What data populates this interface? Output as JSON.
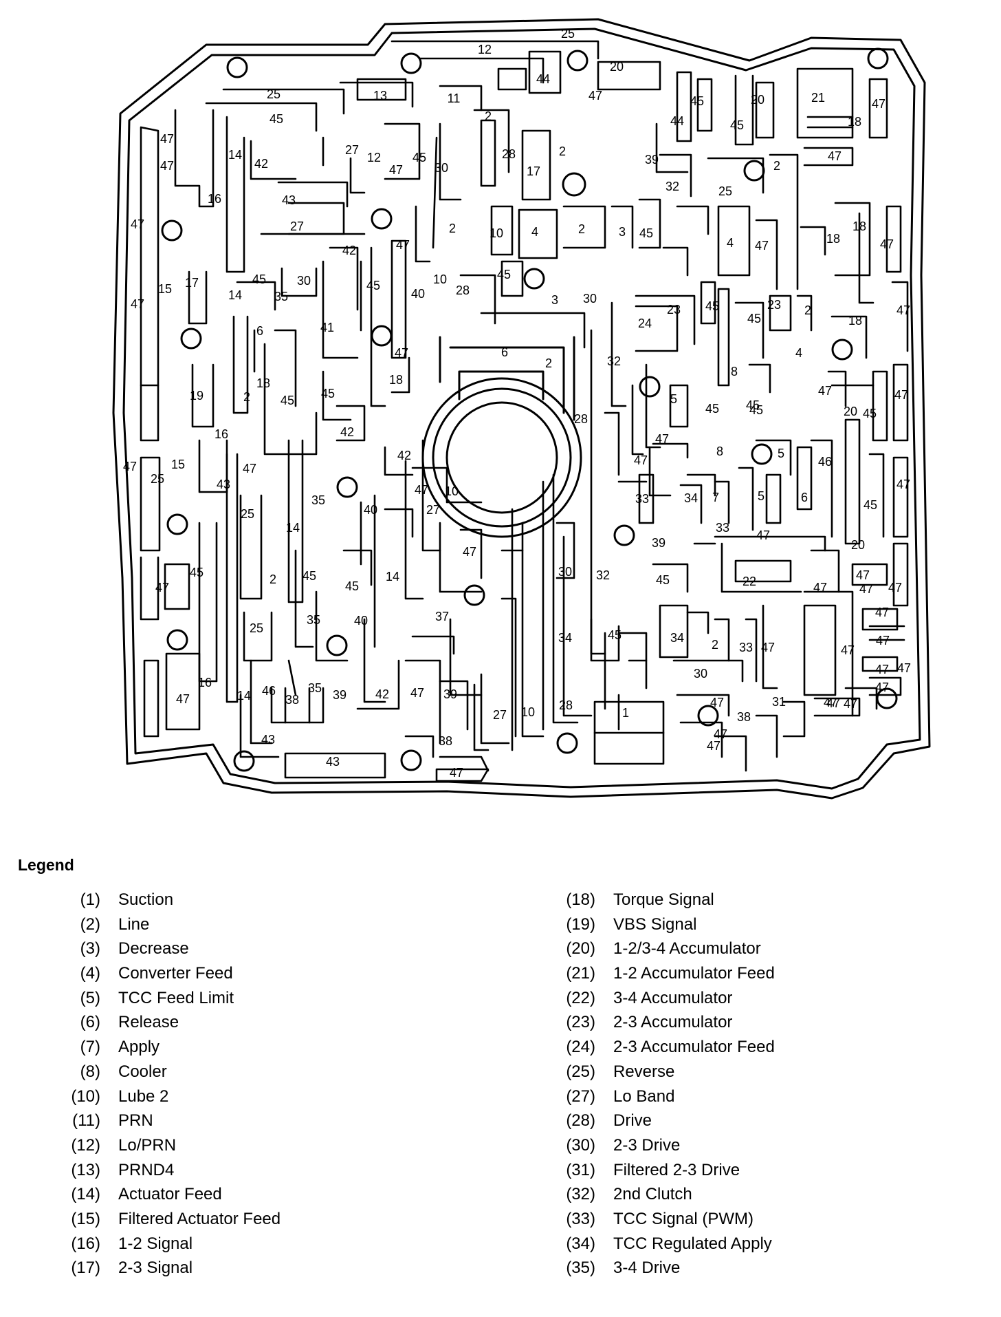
{
  "diagram": {
    "labels": [
      {
        "id": "l1",
        "text": "25"
      },
      {
        "id": "l2",
        "text": "12"
      },
      {
        "id": "l3",
        "text": "44"
      },
      {
        "id": "l4",
        "text": "20"
      },
      {
        "id": "l5",
        "text": "47"
      },
      {
        "id": "l6",
        "text": "45"
      },
      {
        "id": "l7",
        "text": "44"
      },
      {
        "id": "l8",
        "text": "20"
      },
      {
        "id": "l9",
        "text": "45"
      },
      {
        "id": "l10",
        "text": "21"
      },
      {
        "id": "l11",
        "text": "47"
      },
      {
        "id": "l12",
        "text": "18"
      },
      {
        "id": "l13",
        "text": "25"
      },
      {
        "id": "l14",
        "text": "13"
      },
      {
        "id": "l15",
        "text": "11"
      },
      {
        "id": "l16",
        "text": "45"
      },
      {
        "id": "l17",
        "text": "2"
      },
      {
        "id": "l18",
        "text": "47"
      },
      {
        "id": "l19",
        "text": "47"
      },
      {
        "id": "l20",
        "text": "14"
      },
      {
        "id": "l21",
        "text": "42"
      },
      {
        "id": "l22",
        "text": "27"
      },
      {
        "id": "l23",
        "text": "12"
      },
      {
        "id": "l24",
        "text": "45"
      },
      {
        "id": "l25",
        "text": "47"
      },
      {
        "id": "l26",
        "text": "30"
      },
      {
        "id": "l27",
        "text": "28"
      },
      {
        "id": "l28",
        "text": "17"
      },
      {
        "id": "l29",
        "text": "2"
      },
      {
        "id": "l30",
        "text": "39"
      },
      {
        "id": "l31",
        "text": "2"
      },
      {
        "id": "l32",
        "text": "47"
      },
      {
        "id": "l33",
        "text": "32"
      },
      {
        "id": "l34",
        "text": "25"
      },
      {
        "id": "l35",
        "text": "16"
      },
      {
        "id": "l36",
        "text": "43"
      },
      {
        "id": "l37",
        "text": "27"
      },
      {
        "id": "l38",
        "text": "47"
      },
      {
        "id": "l39",
        "text": "2"
      },
      {
        "id": "l40",
        "text": "10"
      },
      {
        "id": "l41",
        "text": "4"
      },
      {
        "id": "l42",
        "text": "2"
      },
      {
        "id": "l43",
        "text": "3"
      },
      {
        "id": "l44",
        "text": "45"
      },
      {
        "id": "l45",
        "text": "4"
      },
      {
        "id": "l46",
        "text": "47"
      },
      {
        "id": "l47",
        "text": "18"
      },
      {
        "id": "l48",
        "text": "18"
      },
      {
        "id": "l49",
        "text": "47"
      },
      {
        "id": "l50",
        "text": "42"
      },
      {
        "id": "l51",
        "text": "47"
      },
      {
        "id": "l52",
        "text": "15"
      },
      {
        "id": "l53",
        "text": "17"
      },
      {
        "id": "l54",
        "text": "14"
      },
      {
        "id": "l55",
        "text": "45"
      },
      {
        "id": "l56",
        "text": "35"
      },
      {
        "id": "l57",
        "text": "30"
      },
      {
        "id": "l58",
        "text": "45"
      },
      {
        "id": "l59",
        "text": "40"
      },
      {
        "id": "l60",
        "text": "10"
      },
      {
        "id": "l61",
        "text": "28"
      },
      {
        "id": "l62",
        "text": "45"
      },
      {
        "id": "l63",
        "text": "3"
      },
      {
        "id": "l64",
        "text": "30"
      },
      {
        "id": "l65",
        "text": "24"
      },
      {
        "id": "l66",
        "text": "23"
      },
      {
        "id": "l67",
        "text": "45"
      },
      {
        "id": "l68",
        "text": "45"
      },
      {
        "id": "l69",
        "text": "23"
      },
      {
        "id": "l70",
        "text": "2"
      },
      {
        "id": "l71",
        "text": "18"
      },
      {
        "id": "l72",
        "text": "47"
      },
      {
        "id": "l73",
        "text": "47"
      },
      {
        "id": "l74",
        "text": "6"
      },
      {
        "id": "l75",
        "text": "41"
      },
      {
        "id": "l76",
        "text": "47"
      },
      {
        "id": "l77",
        "text": "6"
      },
      {
        "id": "l78",
        "text": "2"
      },
      {
        "id": "l79",
        "text": "32"
      },
      {
        "id": "l80",
        "text": "4"
      },
      {
        "id": "l81",
        "text": "8"
      },
      {
        "id": "l82",
        "text": "47"
      },
      {
        "id": "l83",
        "text": "18"
      },
      {
        "id": "l84",
        "text": "45"
      },
      {
        "id": "l85",
        "text": "45"
      },
      {
        "id": "l86",
        "text": "18"
      },
      {
        "id": "l87",
        "text": "19"
      },
      {
        "id": "l88",
        "text": "2"
      },
      {
        "id": "l89",
        "text": "45"
      },
      {
        "id": "l90",
        "text": "5"
      },
      {
        "id": "l91",
        "text": "45"
      },
      {
        "id": "l92",
        "text": "45"
      },
      {
        "id": "l93",
        "text": "20"
      },
      {
        "id": "l94",
        "text": "45"
      },
      {
        "id": "l95",
        "text": "47"
      },
      {
        "id": "l96",
        "text": "16"
      },
      {
        "id": "l97",
        "text": "42"
      },
      {
        "id": "l98",
        "text": "28"
      },
      {
        "id": "l99",
        "text": "47"
      },
      {
        "id": "l100",
        "text": "8"
      },
      {
        "id": "l101",
        "text": "5"
      },
      {
        "id": "l102",
        "text": "46"
      },
      {
        "id": "l103",
        "text": "47"
      },
      {
        "id": "l104",
        "text": "15"
      },
      {
        "id": "l105",
        "text": "25"
      },
      {
        "id": "l106",
        "text": "43"
      },
      {
        "id": "l107",
        "text": "47"
      },
      {
        "id": "l108",
        "text": "42"
      },
      {
        "id": "l109",
        "text": "47"
      },
      {
        "id": "l110",
        "text": "10"
      },
      {
        "id": "l111",
        "text": "27"
      },
      {
        "id": "l112",
        "text": "47"
      },
      {
        "id": "l113",
        "text": "33"
      },
      {
        "id": "l114",
        "text": "34"
      },
      {
        "id": "l115",
        "text": "7"
      },
      {
        "id": "l116",
        "text": "5"
      },
      {
        "id": "l117",
        "text": "6"
      },
      {
        "id": "l118",
        "text": "45"
      },
      {
        "id": "l119",
        "text": "47"
      },
      {
        "id": "l120",
        "text": "35"
      },
      {
        "id": "l121",
        "text": "25"
      },
      {
        "id": "l122",
        "text": "40"
      },
      {
        "id": "l123",
        "text": "14"
      },
      {
        "id": "l124",
        "text": "33"
      },
      {
        "id": "l125",
        "text": "47"
      },
      {
        "id": "l126",
        "text": "39"
      },
      {
        "id": "l127",
        "text": "20"
      },
      {
        "id": "l128",
        "text": "47"
      },
      {
        "id": "l129",
        "text": "45"
      },
      {
        "id": "l130",
        "text": "2"
      },
      {
        "id": "l131",
        "text": "45"
      },
      {
        "id": "l132",
        "text": "45"
      },
      {
        "id": "l133",
        "text": "14"
      },
      {
        "id": "l134",
        "text": "30"
      },
      {
        "id": "l135",
        "text": "32"
      },
      {
        "id": "l136",
        "text": "45"
      },
      {
        "id": "l137",
        "text": "22"
      },
      {
        "id": "l138",
        "text": "47"
      },
      {
        "id": "l139",
        "text": "47"
      },
      {
        "id": "l140",
        "text": "35"
      },
      {
        "id": "l141",
        "text": "40"
      },
      {
        "id": "l142",
        "text": "37"
      },
      {
        "id": "l143",
        "text": "25"
      },
      {
        "id": "l144",
        "text": "47"
      },
      {
        "id": "l145",
        "text": "34"
      },
      {
        "id": "l146",
        "text": "45"
      },
      {
        "id": "l147",
        "text": "34"
      },
      {
        "id": "l148",
        "text": "2"
      },
      {
        "id": "l149",
        "text": "33"
      },
      {
        "id": "l150",
        "text": "47"
      },
      {
        "id": "l151",
        "text": "47"
      },
      {
        "id": "l152",
        "text": "47"
      },
      {
        "id": "l153",
        "text": "16"
      },
      {
        "id": "l154",
        "text": "14"
      },
      {
        "id": "l155",
        "text": "46"
      },
      {
        "id": "l156",
        "text": "38"
      },
      {
        "id": "l157",
        "text": "35"
      },
      {
        "id": "l158",
        "text": "39"
      },
      {
        "id": "l159",
        "text": "42"
      },
      {
        "id": "l160",
        "text": "47"
      },
      {
        "id": "l161",
        "text": "39"
      },
      {
        "id": "l162",
        "text": "27"
      },
      {
        "id": "l163",
        "text": "10"
      },
      {
        "id": "l164",
        "text": "28"
      },
      {
        "id": "l165",
        "text": "30"
      },
      {
        "id": "l166",
        "text": "47"
      },
      {
        "id": "l167",
        "text": "31"
      },
      {
        "id": "l168",
        "text": "47"
      },
      {
        "id": "l169",
        "text": "47"
      },
      {
        "id": "l170",
        "text": "1"
      },
      {
        "id": "l171",
        "text": "38"
      },
      {
        "id": "l172",
        "text": "47"
      },
      {
        "id": "l173",
        "text": "43"
      },
      {
        "id": "l174",
        "text": "38"
      },
      {
        "id": "l175",
        "text": "43"
      },
      {
        "id": "l176",
        "text": "47"
      },
      {
        "id": "l177",
        "text": "47"
      },
      {
        "id": "l178",
        "text": "47"
      },
      {
        "id": "l179",
        "text": "47"
      },
      {
        "id": "l180",
        "text": "47"
      },
      {
        "id": "l181",
        "text": "47"
      },
      {
        "id": "l182",
        "text": "47"
      },
      {
        "id": "l183",
        "text": "47"
      },
      {
        "id": "l184",
        "text": "47"
      },
      {
        "id": "l185",
        "text": "47"
      }
    ]
  },
  "legend": {
    "title": "Legend",
    "left": [
      {
        "num": "(1)",
        "label": "Suction"
      },
      {
        "num": "(2)",
        "label": "Line"
      },
      {
        "num": "(3)",
        "label": "Decrease"
      },
      {
        "num": "(4)",
        "label": "Converter Feed"
      },
      {
        "num": "(5)",
        "label": "TCC Feed Limit"
      },
      {
        "num": "(6)",
        "label": "Release"
      },
      {
        "num": "(7)",
        "label": "Apply"
      },
      {
        "num": "(8)",
        "label": "Cooler"
      },
      {
        "num": "(10)",
        "label": "Lube 2"
      },
      {
        "num": "(11)",
        "label": "PRN"
      },
      {
        "num": "(12)",
        "label": "Lo/PRN"
      },
      {
        "num": "(13)",
        "label": "PRND4"
      },
      {
        "num": "(14)",
        "label": "Actuator Feed"
      },
      {
        "num": "(15)",
        "label": "Filtered Actuator Feed"
      },
      {
        "num": "(16)",
        "label": "1-2 Signal"
      },
      {
        "num": "(17)",
        "label": "2-3 Signal"
      }
    ],
    "right": [
      {
        "num": "(18)",
        "label": "Torque Signal"
      },
      {
        "num": "(19)",
        "label": "VBS Signal"
      },
      {
        "num": "(20)",
        "label": "1-2/3-4 Accumulator"
      },
      {
        "num": "(21)",
        "label": "1-2 Accumulator Feed"
      },
      {
        "num": "(22)",
        "label": "3-4 Accumulator"
      },
      {
        "num": "(23)",
        "label": "2-3 Accumulator"
      },
      {
        "num": "(24)",
        "label": "2-3 Accumulator Feed"
      },
      {
        "num": "(25)",
        "label": "Reverse"
      },
      {
        "num": "(27)",
        "label": "Lo Band"
      },
      {
        "num": "(28)",
        "label": "Drive"
      },
      {
        "num": "(30)",
        "label": "2-3 Drive"
      },
      {
        "num": "(31)",
        "label": "Filtered 2-3 Drive"
      },
      {
        "num": "(32)",
        "label": "2nd Clutch"
      },
      {
        "num": "(33)",
        "label": "TCC Signal (PWM)"
      },
      {
        "num": "(34)",
        "label": "TCC Regulated Apply"
      },
      {
        "num": "(35)",
        "label": "3-4 Drive"
      }
    ]
  }
}
